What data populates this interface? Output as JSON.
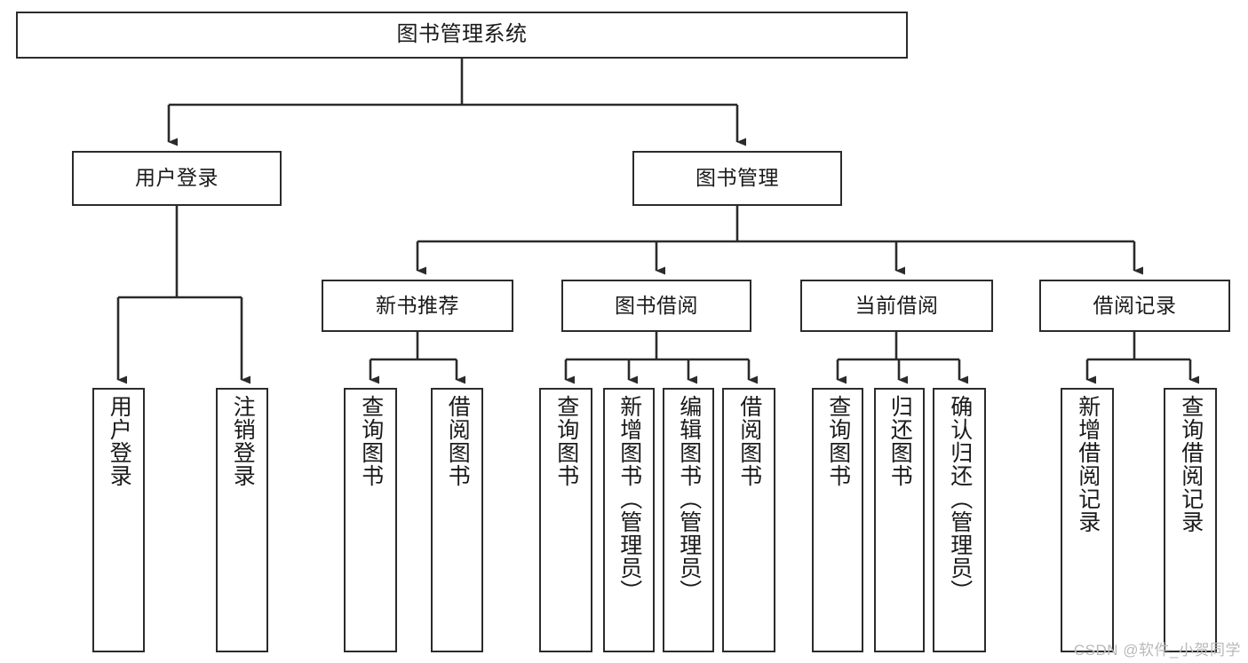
{
  "diagram": {
    "title": "图书管理系统",
    "watermark": "CSDN @软件_小贺同学",
    "style": {
      "box_stroke": "#2b2b2b",
      "box_fill": "#ffffff",
      "edge_stroke": "#2b2b2b",
      "text_color": "#1a1a1a",
      "watermark_color": "#b9b9b9",
      "background": "#ffffff"
    },
    "nodes": {
      "root": {
        "label": "图书管理系统"
      },
      "level2": [
        {
          "id": "user-login",
          "label": "用户登录"
        },
        {
          "id": "book-manage",
          "label": "图书管理"
        }
      ],
      "level3": [
        {
          "id": "new-book-recommend",
          "label": "新书推荐"
        },
        {
          "id": "book-borrow",
          "label": "图书借阅"
        },
        {
          "id": "current-borrow",
          "label": "当前借阅"
        },
        {
          "id": "borrow-record",
          "label": "借阅记录"
        }
      ],
      "leaves": {
        "user-login": [
          {
            "id": "leaf-user-login",
            "label": "用户登录"
          },
          {
            "id": "leaf-logout-login",
            "label": "注销登录"
          }
        ],
        "new-book-recommend": [
          {
            "id": "leaf-query-book-1",
            "label": "查询图书"
          },
          {
            "id": "leaf-borrow-book-1",
            "label": "借阅图书"
          }
        ],
        "book-borrow": [
          {
            "id": "leaf-query-book-2",
            "label": "查询图书"
          },
          {
            "id": "leaf-add-book",
            "label": "新增图书（管理员）"
          },
          {
            "id": "leaf-edit-book",
            "label": "编辑图书（管理员）"
          },
          {
            "id": "leaf-borrow-book-2",
            "label": "借阅图书"
          }
        ],
        "current-borrow": [
          {
            "id": "leaf-query-book-3",
            "label": "查询图书"
          },
          {
            "id": "leaf-return-book",
            "label": "归还图书"
          },
          {
            "id": "leaf-confirm-return",
            "label": "确认归还（管理员）"
          }
        ],
        "borrow-record": [
          {
            "id": "leaf-add-borrow-record",
            "label": "新增借阅记录"
          },
          {
            "id": "leaf-query-borrow-record",
            "label": "查询借阅记录"
          }
        ]
      }
    }
  }
}
